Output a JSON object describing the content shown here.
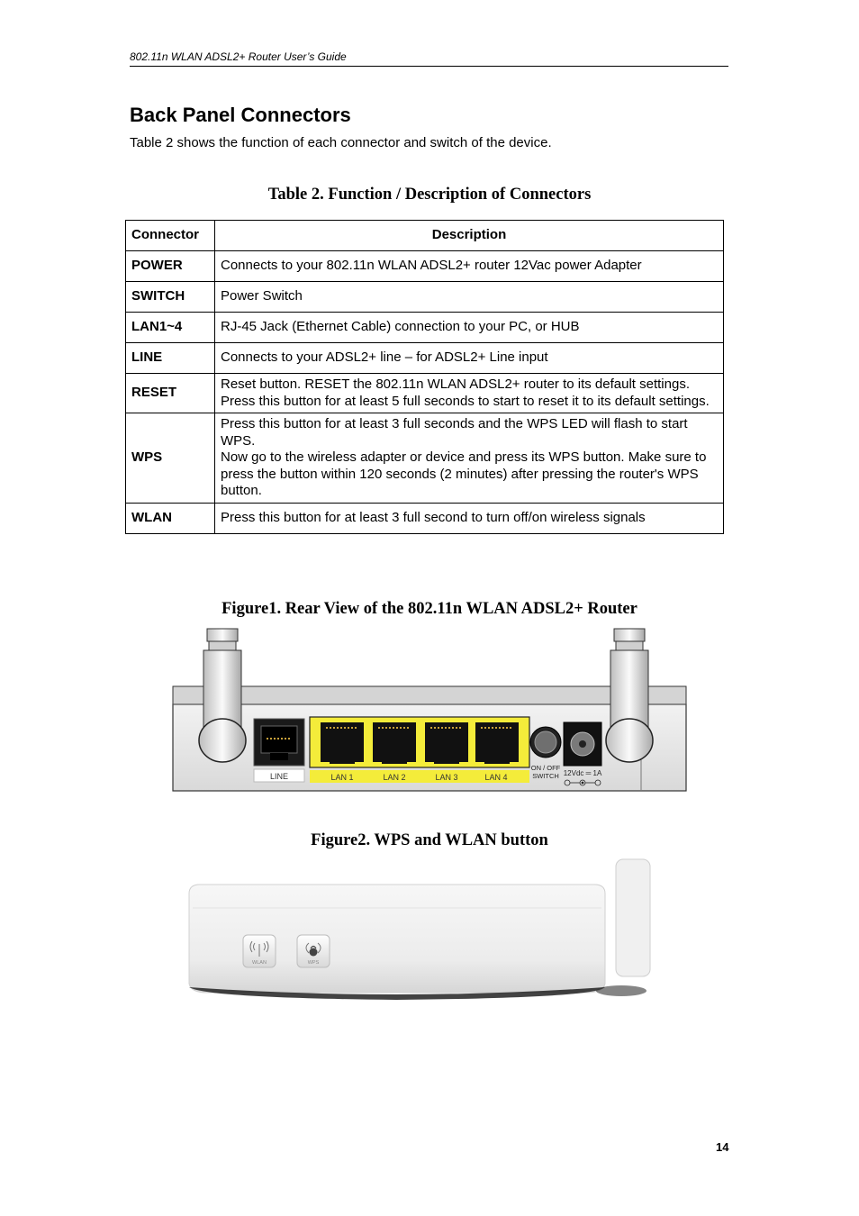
{
  "header": {
    "running_title": "802.11n WLAN ADSL2+ Router User’s Guide"
  },
  "section": {
    "title": "Back Panel Connectors",
    "intro": "Table 2 shows the function of each connector and switch of the device."
  },
  "table": {
    "caption": "Table 2. Function / Description of Connectors",
    "headers": [
      "Connector",
      "Description"
    ],
    "rows": [
      {
        "connector": "POWER",
        "lines": [
          "Connects to your 802.11n WLAN ADSL2+ router 12Vac power Adapter"
        ]
      },
      {
        "connector": "SWITCH",
        "lines": [
          "Power Switch"
        ]
      },
      {
        "connector": "LAN1~4",
        "lines": [
          "RJ-45 Jack (Ethernet Cable) connection to your PC, or HUB"
        ]
      },
      {
        "connector": "LINE",
        "lines": [
          "Connects to your ADSL2+ line – for ADSL2+ Line input"
        ]
      },
      {
        "connector": "RESET",
        "lines": [
          "Reset button. RESET the 802.11n WLAN ADSL2+ router to its default settings.",
          "Press this button for at least 5 full seconds to start to reset it to its default settings."
        ]
      },
      {
        "connector": "WPS",
        "lines": [
          "Press this button for at least 3 full seconds and the WPS LED will flash to start WPS.",
          "Now go to the wireless adapter or device and press its WPS button. Make sure to press the button within 120 seconds (2 minutes) after pressing the router's WPS button."
        ]
      },
      {
        "connector": "WLAN",
        "lines": [
          "Press this button for at least 3 full second to turn off/on wireless signals"
        ]
      }
    ]
  },
  "figure1": {
    "caption": "Figure1. Rear View of the 802.11n WLAN ADSL2+ Router",
    "labels": {
      "line": "LINE",
      "lan": [
        "LAN 1",
        "LAN 2",
        "LAN 3",
        "LAN 4"
      ],
      "switch_top": "ON / OFF",
      "switch_bottom": "SWITCH",
      "power": "12Vdc ═ 1A"
    }
  },
  "figure2": {
    "caption": "Figure2. WPS and WLAN button",
    "labels": {
      "wlan": "WLAN",
      "wps": "WPS"
    }
  },
  "footer": {
    "page_number": "14"
  }
}
